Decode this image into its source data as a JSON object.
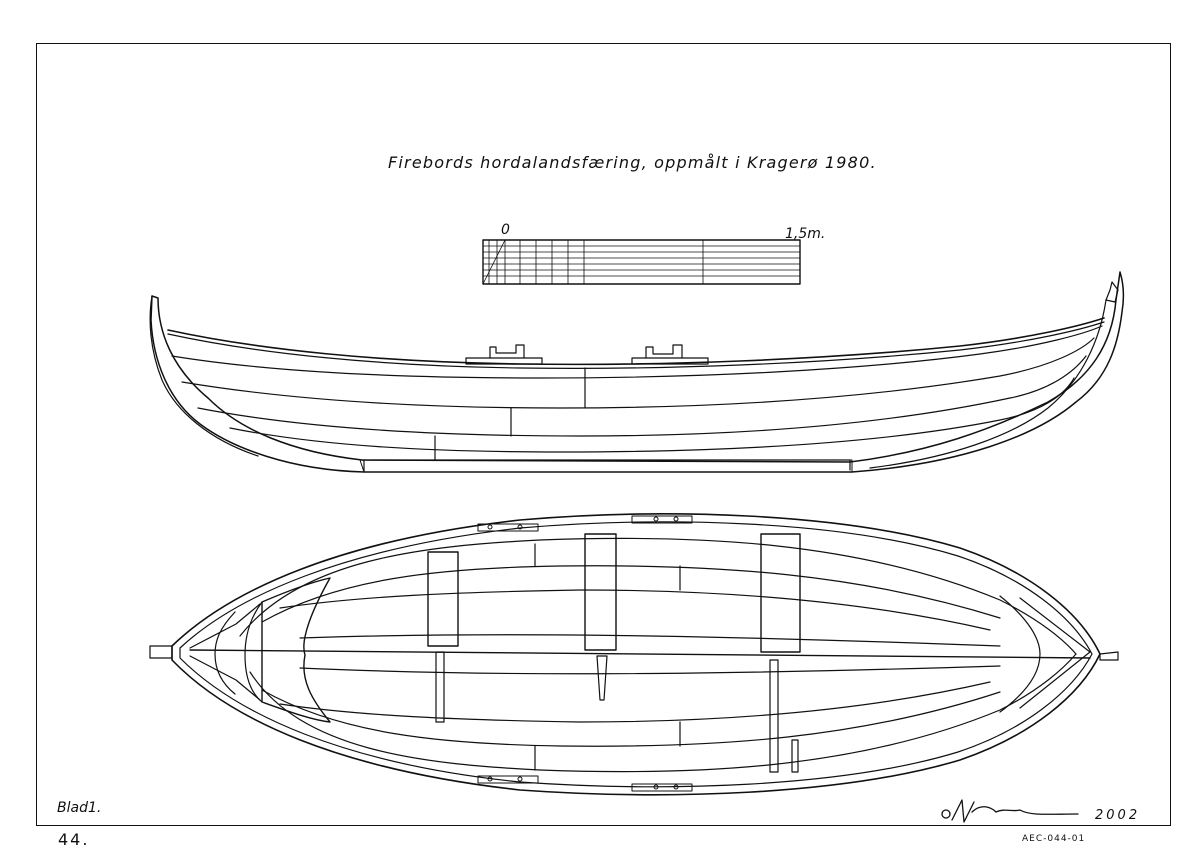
{
  "drawing": {
    "title": "Firebords hordalandsfæring, oppmålt i Kragerø 1980.",
    "scale_bar": {
      "start_label": "0",
      "end_label": "1,5m."
    },
    "sheet_label": "Blad1.",
    "page_number": "44.",
    "signature_year": "2002",
    "catalog_number": "AEC-044-01"
  },
  "colors": {
    "ink": "#111111",
    "paper": "#ffffff"
  }
}
